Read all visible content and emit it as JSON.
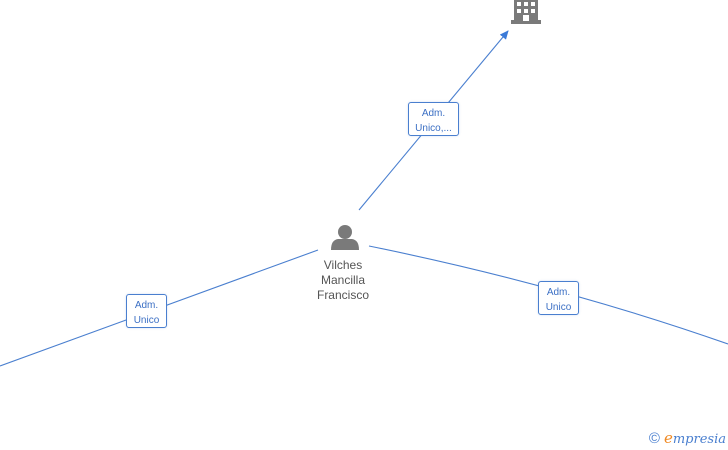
{
  "person": {
    "name_lines": [
      "Vilches",
      "Mancilla",
      "Francisco"
    ],
    "icon": "person-icon"
  },
  "company": {
    "icon": "building-icon"
  },
  "edges": [
    {
      "id": "to-company",
      "label_lines": [
        "Adm.",
        "Unico,..."
      ]
    },
    {
      "id": "left",
      "label_lines": [
        "Adm.",
        "Unico"
      ]
    },
    {
      "id": "right",
      "label_lines": [
        "Adm.",
        "Unico"
      ]
    }
  ],
  "watermark": {
    "symbol": "©",
    "brand_initial": "e",
    "brand_rest": "mpresia"
  },
  "colors": {
    "edge": "#4a7fcf",
    "node_icon": "#7a7a7a",
    "brand_orange": "#f08a24"
  }
}
